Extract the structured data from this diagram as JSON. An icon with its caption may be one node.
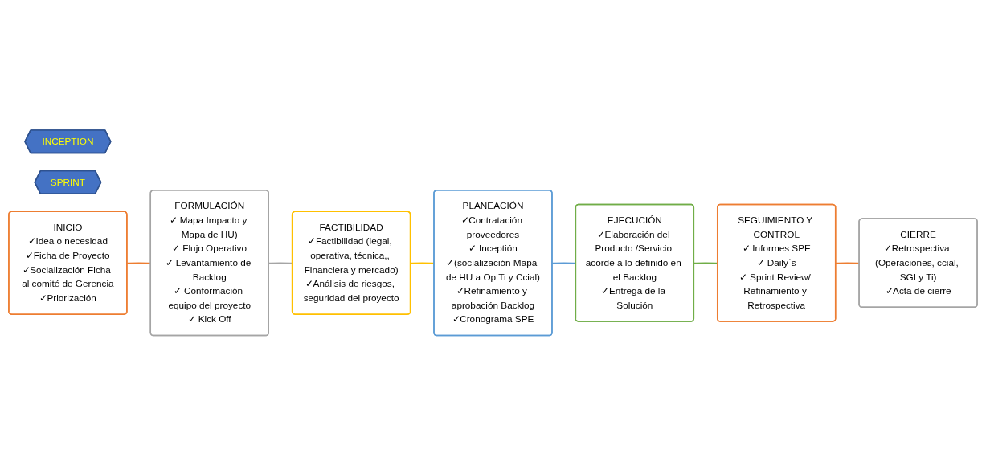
{
  "diagram": {
    "nodes": [
      {
        "text": [
          "INCEPTION"
        ]
      },
      {
        "text": [
          "SPRINT"
        ]
      },
      {
        "text": [
          "INICIO",
          "✓Idea o necesidad",
          "✓Ficha de Proyecto",
          "✓Socialización Ficha al comité de Gerencia",
          "✓Priorización"
        ]
      },
      {
        "text": [
          "FORMULACIÓN",
          "✓ Mapa Impacto y Mapa de HU)",
          "✓ Flujo Operativo",
          "✓ Levantamiento de Backlog",
          "✓ Conformación equipo del proyecto",
          "✓ Kick Off"
        ]
      },
      {
        "text": [
          "FACTIBILIDAD",
          "✓Factibilidad (legal, operativa, técnica,, Financiera y mercado)",
          "✓Análisis de riesgos, seguridad del proyecto"
        ]
      },
      {
        "text": [
          "PLANEACIÓN",
          "✓Contratación proveedores",
          "✓ Inceptión",
          "✓(socialización Mapa de HU a Op Ti y Ccial)",
          "✓Refinamiento y aprobación Backlog",
          "✓Cronograma SPE"
        ]
      },
      {
        "text": [
          "EJECUCIÓN",
          "✓Elaboración del Producto /Servicio acorde a lo definido en el Backlog",
          "✓Entrega de la Solución"
        ]
      },
      {
        "text": [
          "SEGUIMIENTO Y CONTROL",
          "✓ Informes SPE",
          "✓ Daily´s",
          "✓ Sprint Review/ Refinamiento y Retrospectiva"
        ]
      },
      {
        "text": [
          "CIERRE",
          "✓Retrospectiva (Operaciones, ccial, SGI y Ti)",
          "✓Acta de cierre"
        ]
      }
    ],
    "edges": [
      {
        "from": 2,
        "to": 3,
        "arrow": "none",
        "color": "#ed7d31"
      },
      {
        "from": 3,
        "to": 4,
        "arrow": "none",
        "color": "#a5a5a5"
      },
      {
        "from": 4,
        "to": 5,
        "arrow": "none",
        "color": "#ffc000"
      },
      {
        "from": 5,
        "to": 6,
        "arrow": "none",
        "color": "#5b9bd5"
      },
      {
        "from": 6,
        "to": 7,
        "arrow": "none",
        "color": "#70ad47"
      },
      {
        "from": 7,
        "to": 8,
        "arrow": "none",
        "color": "#ed7d31"
      }
    ]
  }
}
